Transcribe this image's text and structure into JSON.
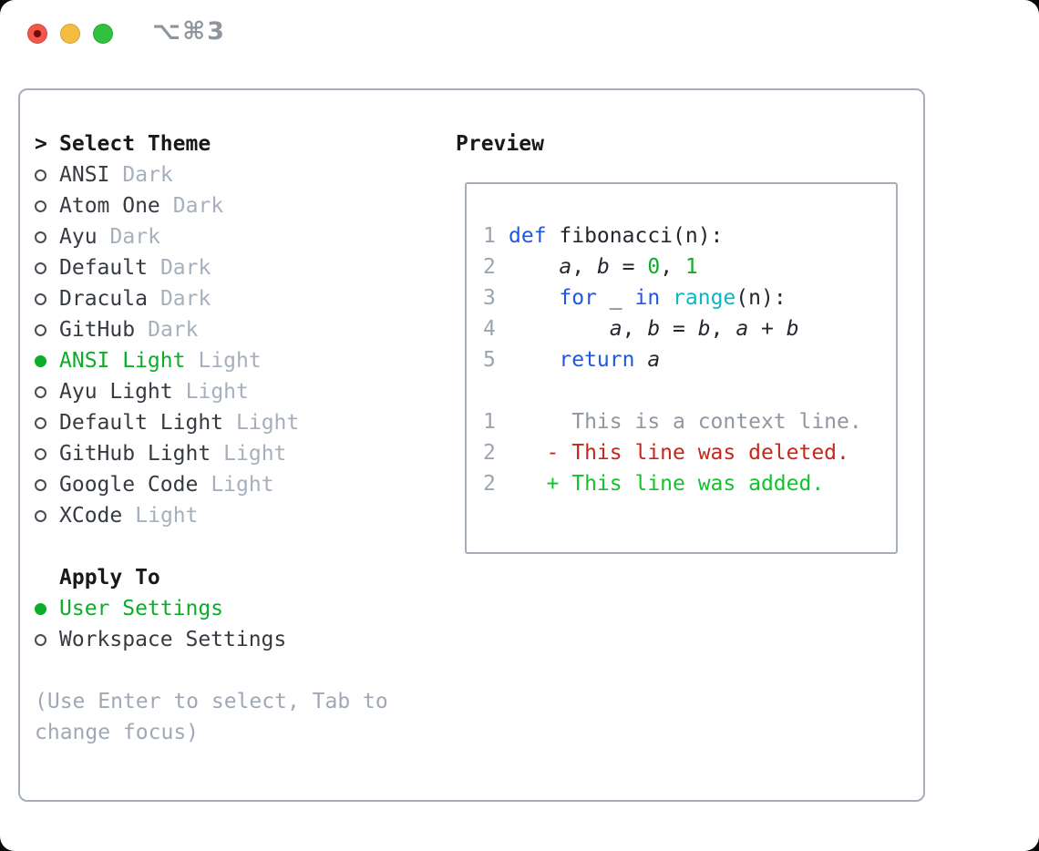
{
  "window": {
    "titlebar_label": "⌥⌘3"
  },
  "colors": {
    "accent_green": "#0cad29",
    "diff_added_green": "#13c22c",
    "diff_deleted_red": "#c5281a",
    "keyword_blue": "#1e57e1",
    "function_cyan": "#0db6c3",
    "muted_gray": "#a6b0bd",
    "border_gray": "#a6aeb9",
    "traffic_red": "#f4564c",
    "traffic_yellow": "#f5bc40",
    "traffic_green": "#31c13e"
  },
  "theme_list": {
    "cursor": ">",
    "header": "Select Theme",
    "items": [
      {
        "name": "ANSI",
        "variant": "Dark",
        "selected": false
      },
      {
        "name": "Atom One",
        "variant": "Dark",
        "selected": false
      },
      {
        "name": "Ayu",
        "variant": "Dark",
        "selected": false
      },
      {
        "name": "Default",
        "variant": "Dark",
        "selected": false
      },
      {
        "name": "Dracula",
        "variant": "Dark",
        "selected": false
      },
      {
        "name": "GitHub",
        "variant": "Dark",
        "selected": false
      },
      {
        "name": "ANSI Light",
        "variant": "Light",
        "selected": true
      },
      {
        "name": "Ayu Light",
        "variant": "Light",
        "selected": false
      },
      {
        "name": "Default Light",
        "variant": "Light",
        "selected": false
      },
      {
        "name": "GitHub Light",
        "variant": "Light",
        "selected": false
      },
      {
        "name": "Google Code",
        "variant": "Light",
        "selected": false
      },
      {
        "name": "XCode",
        "variant": "Light",
        "selected": false
      }
    ]
  },
  "apply_to": {
    "header": "Apply To",
    "options": [
      {
        "name": "User Settings",
        "selected": true
      },
      {
        "name": "Workspace Settings",
        "selected": false
      }
    ]
  },
  "help_text": "(Use Enter to select, Tab to change focus)",
  "preview": {
    "label": "Preview",
    "code_lines": [
      {
        "num": "1",
        "tokens": [
          {
            "c": "kw",
            "t": "def"
          },
          {
            "c": "plain",
            "t": " fibonacci(n):"
          }
        ]
      },
      {
        "num": "2",
        "tokens": [
          {
            "c": "plain",
            "t": "    "
          },
          {
            "c": "var",
            "t": "a"
          },
          {
            "c": "plain",
            "t": ", "
          },
          {
            "c": "var",
            "t": "b"
          },
          {
            "c": "plain",
            "t": " = "
          },
          {
            "c": "num",
            "t": "0"
          },
          {
            "c": "plain",
            "t": ", "
          },
          {
            "c": "num",
            "t": "1"
          }
        ]
      },
      {
        "num": "3",
        "tokens": [
          {
            "c": "plain",
            "t": "    "
          },
          {
            "c": "kw",
            "t": "for"
          },
          {
            "c": "plain",
            "t": " _ "
          },
          {
            "c": "kw",
            "t": "in"
          },
          {
            "c": "plain",
            "t": " "
          },
          {
            "c": "fn",
            "t": "range"
          },
          {
            "c": "plain",
            "t": "(n):"
          }
        ]
      },
      {
        "num": "4",
        "tokens": [
          {
            "c": "plain",
            "t": "        "
          },
          {
            "c": "var",
            "t": "a"
          },
          {
            "c": "plain",
            "t": ", "
          },
          {
            "c": "var",
            "t": "b"
          },
          {
            "c": "plain",
            "t": " = "
          },
          {
            "c": "var",
            "t": "b"
          },
          {
            "c": "plain",
            "t": ", "
          },
          {
            "c": "var",
            "t": "a"
          },
          {
            "c": "plain",
            "t": " + "
          },
          {
            "c": "var",
            "t": "b"
          }
        ]
      },
      {
        "num": "5",
        "tokens": [
          {
            "c": "plain",
            "t": "    "
          },
          {
            "c": "kw",
            "t": "return"
          },
          {
            "c": "plain",
            "t": " "
          },
          {
            "c": "var",
            "t": "a"
          }
        ]
      }
    ],
    "diff_lines": [
      {
        "num": "1",
        "type": "context",
        "text": "     This is a context line."
      },
      {
        "num": "2",
        "type": "deleted",
        "text": "   - This line was deleted."
      },
      {
        "num": "2",
        "type": "added",
        "text": "   + This line was added."
      }
    ]
  }
}
